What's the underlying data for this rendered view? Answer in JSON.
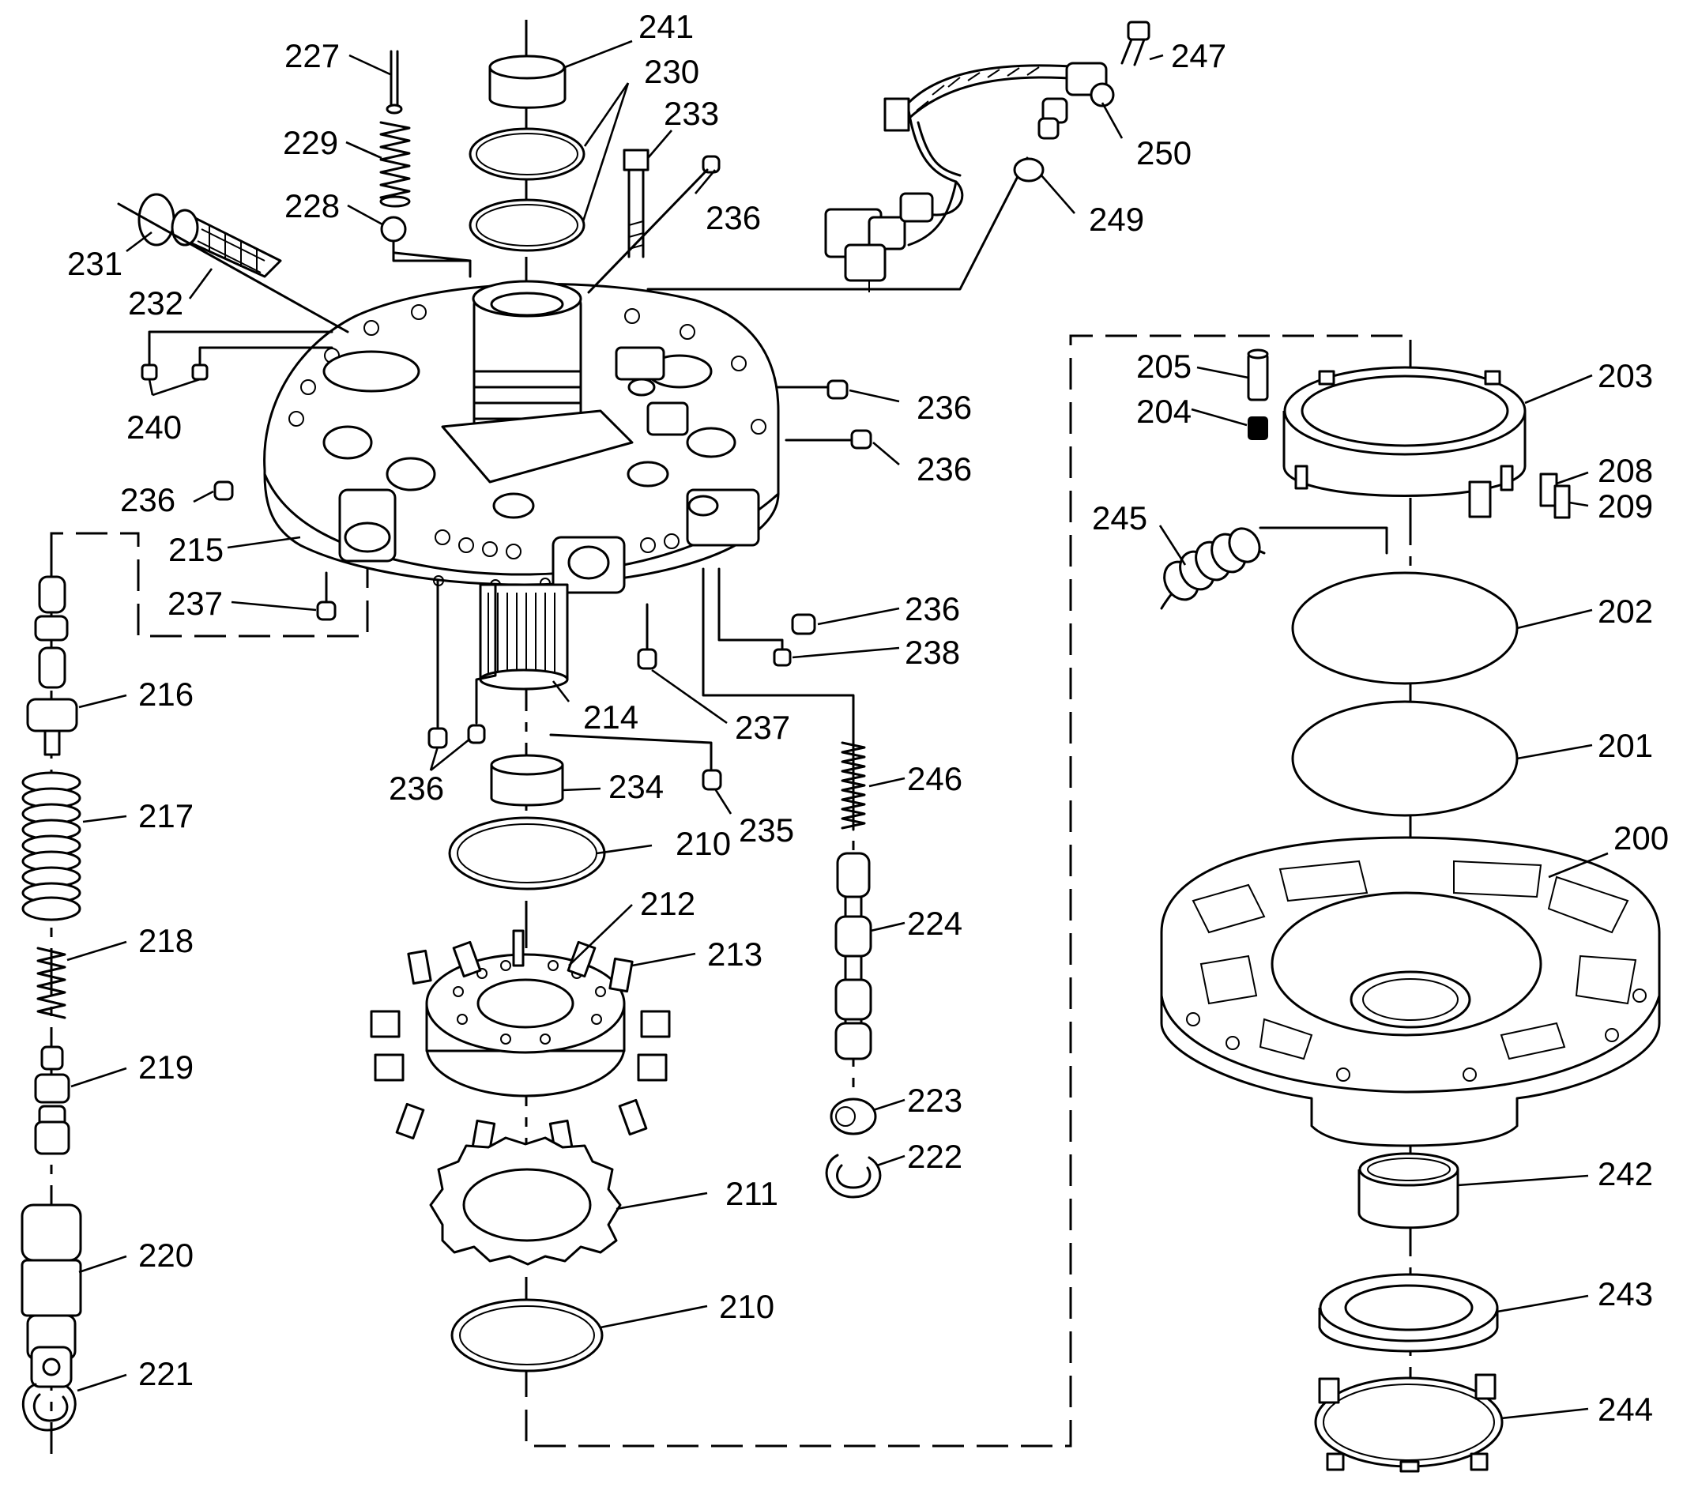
{
  "labels": {
    "l200": "200",
    "l201": "201",
    "l202": "202",
    "l203": "203",
    "l204": "204",
    "l205": "205",
    "l208": "208",
    "l209": "209",
    "l210a": "210",
    "l210b": "210",
    "l211": "211",
    "l212": "212",
    "l213": "213",
    "l214": "214",
    "l215": "215",
    "l216": "216",
    "l217": "217",
    "l218": "218",
    "l219": "219",
    "l220": "220",
    "l221": "221",
    "l222": "222",
    "l223": "223",
    "l224": "224",
    "l227": "227",
    "l228": "228",
    "l229": "229",
    "l230": "230",
    "l231": "231",
    "l232": "232",
    "l233": "233",
    "l234": "234",
    "l235": "235",
    "l236a": "236",
    "l236b": "236",
    "l236c": "236",
    "l236d": "236",
    "l236e": "236",
    "l236f": "236",
    "l237a": "237",
    "l237b": "237",
    "l238": "238",
    "l240": "240",
    "l241": "241",
    "l242": "242",
    "l243": "243",
    "l244": "244",
    "l245": "245",
    "l246": "246",
    "l247": "247",
    "l249": "249",
    "l250": "250"
  },
  "colors": {
    "line": "#000000",
    "background": "#ffffff"
  }
}
